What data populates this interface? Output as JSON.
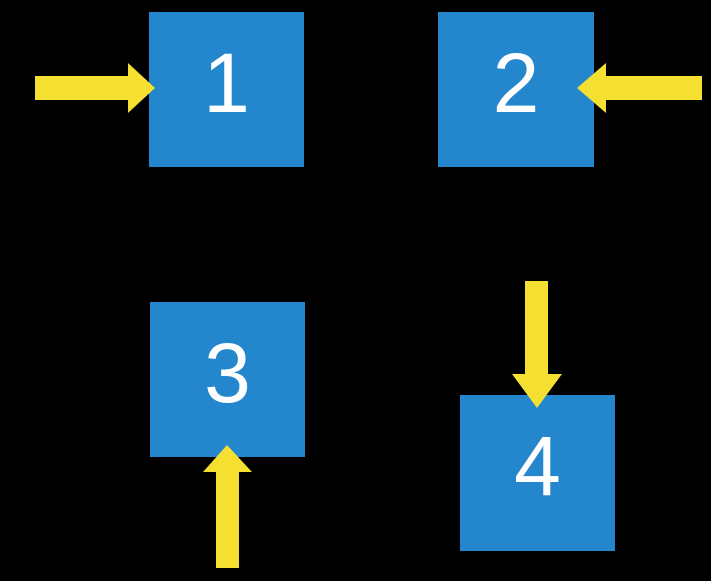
{
  "diagram": {
    "description": "Four numbered squares, each indicated by an arrow from a different direction",
    "colors": {
      "background": "#000000",
      "square": "#2487CE",
      "arrow": "#F5E032",
      "label": "#FFFFFF"
    },
    "boxes": [
      {
        "label": "1",
        "arrow_direction": "right",
        "arrow_side": "left"
      },
      {
        "label": "2",
        "arrow_direction": "left",
        "arrow_side": "right"
      },
      {
        "label": "3",
        "arrow_direction": "up",
        "arrow_side": "bottom"
      },
      {
        "label": "4",
        "arrow_direction": "down",
        "arrow_side": "top"
      }
    ]
  }
}
